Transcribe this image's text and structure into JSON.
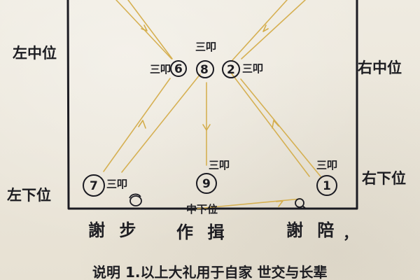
{
  "labels": {
    "left_middle": "左中位",
    "right_middle": "右中位",
    "left_lower": "左下位",
    "right_lower": "右下位",
    "bottom_middle": "中下位"
  },
  "nodes": {
    "center_left": {
      "number": "6",
      "text": "三叩"
    },
    "center": {
      "number": "8",
      "text": "三叩"
    },
    "center_right": {
      "number": "2",
      "text": "三叩"
    },
    "lower_left": {
      "number": "7",
      "text": "三叩"
    },
    "lower_middle": {
      "number": "9",
      "text": "三叩"
    },
    "lower_right": {
      "number": "1",
      "text": "三叩"
    }
  },
  "bottom_text": {
    "left": "謝 步",
    "middle": "作 揖",
    "right": "謝 陪",
    "punctuation": "，"
  },
  "note": {
    "text": "说明 1.以上大礼用于自家 世交与长辈"
  },
  "colors": {
    "ink": "#1b1b22",
    "yellow_line": "#d4ad4b",
    "paper": "#ece7db"
  }
}
